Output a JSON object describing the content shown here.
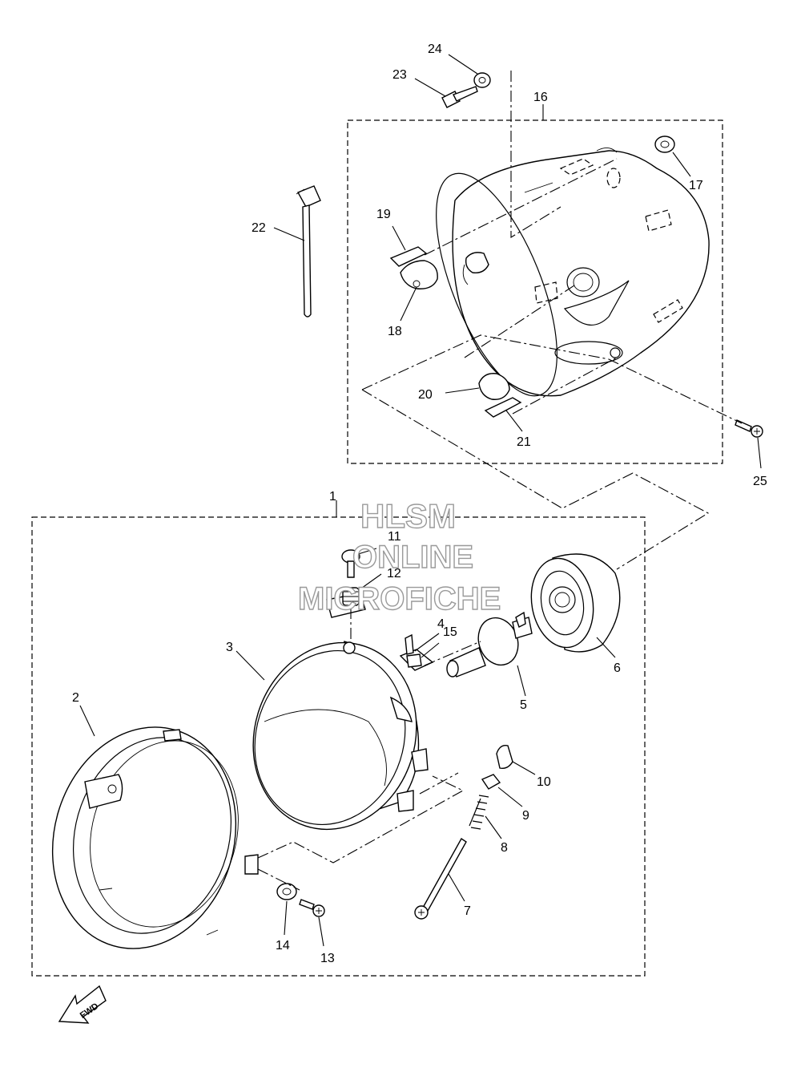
{
  "diagram": {
    "callouts": [
      "1",
      "2",
      "3",
      "4",
      "5",
      "6",
      "7",
      "8",
      "9",
      "10",
      "11",
      "12",
      "13",
      "14",
      "15",
      "16",
      "17",
      "18",
      "19",
      "20",
      "21",
      "22",
      "23",
      "24",
      "25"
    ],
    "direction_label": "FWD",
    "watermark": {
      "line1": "HLSM",
      "line2": "ONLINE",
      "line3": "MICROFICHE"
    }
  }
}
